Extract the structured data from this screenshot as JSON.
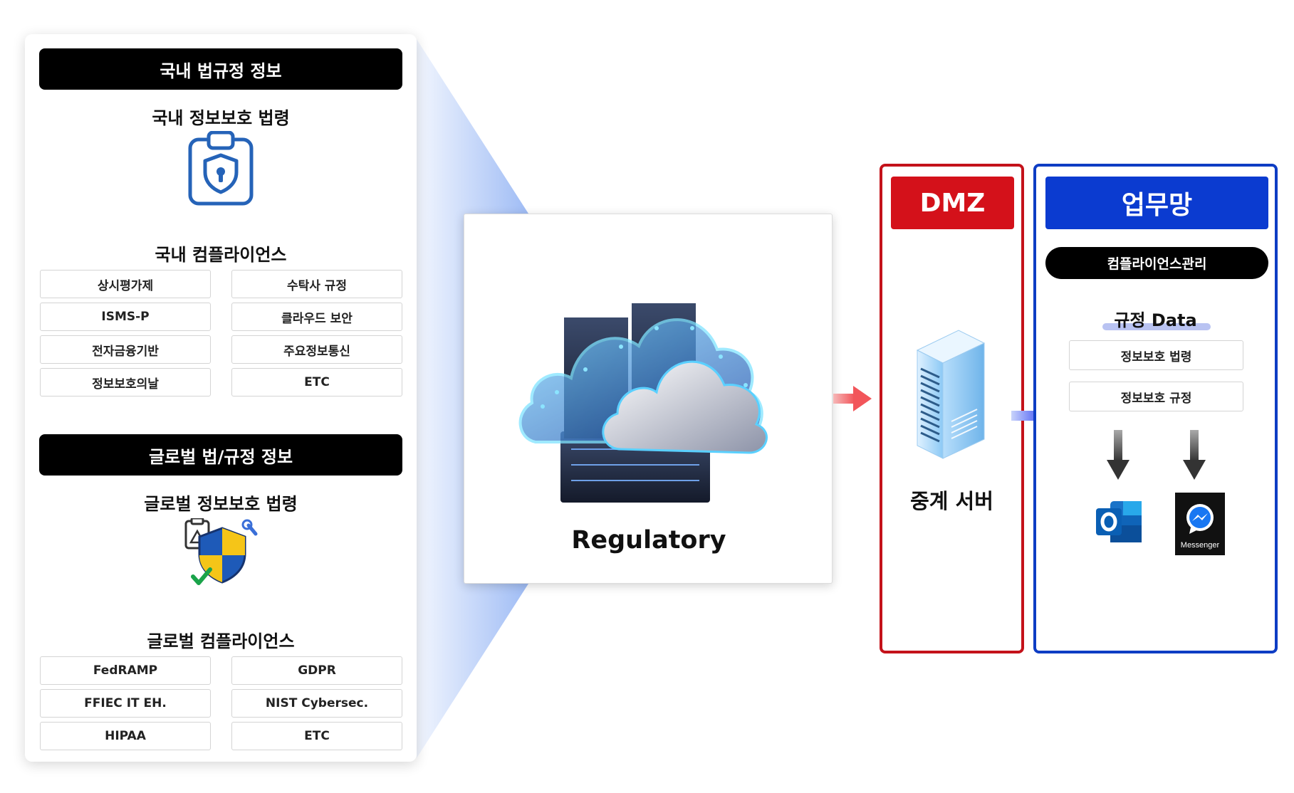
{
  "left_panel": {
    "domestic": {
      "header": "국내 법규정 정보",
      "law_title": "국내 정보보호 법령",
      "compliance_title": "국내 컴플라이언스",
      "items": [
        "상시평가제",
        "수탁사 규정",
        "ISMS-P",
        "클라우드 보안",
        "전자금융기반",
        "주요정보통신",
        "정보보호의날",
        "ETC"
      ]
    },
    "global": {
      "header": "글로벌 법/규정 정보",
      "law_title": "글로벌 정보보호 법령",
      "compliance_title": "글로벌 컴플라이언스",
      "items": [
        "FedRAMP",
        "GDPR",
        "FFIEC IT EH.",
        "NIST Cybersec.",
        "HIPAA",
        "ETC"
      ]
    }
  },
  "center": {
    "label": "Regulatory"
  },
  "dmz": {
    "header": "DMZ",
    "server_label": "중계 서버",
    "color": "#d4111a"
  },
  "work_network": {
    "header": "업무망",
    "compliance_label": "컴플라이언스관리",
    "rule_data_label": "규정 Data",
    "items": [
      "정보보호 법령",
      "정보보호 규정"
    ],
    "apps": [
      {
        "name": "Outlook",
        "icon": "outlook-icon"
      },
      {
        "name": "Messenger",
        "icon": "messenger-icon"
      }
    ],
    "color": "#0b3bd0"
  }
}
